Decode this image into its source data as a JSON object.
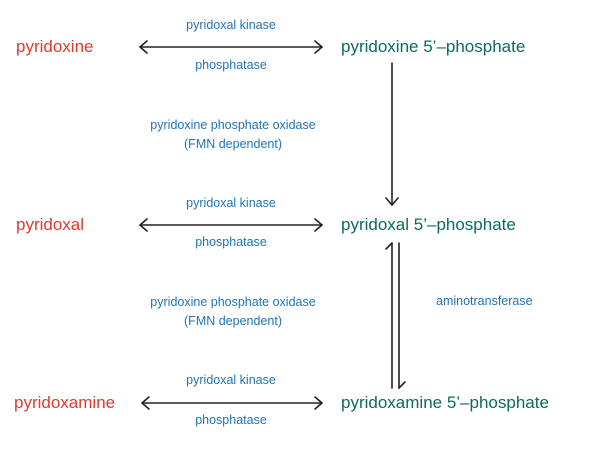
{
  "colors": {
    "vitamer": "#e03a2e",
    "phosphate": "#0e6a5e",
    "enzyme": "#1f74b8",
    "arrow": "#222222"
  },
  "vitamers": [
    "pyridoxine",
    "pyridoxal",
    "pyridoxamine"
  ],
  "phosphates": [
    "pyridoxine 5’–phosphate",
    "pyridoxal 5’–phosphate",
    "pyridoxamine 5’–phosphate"
  ],
  "rows": [
    {
      "forward_enzyme": "pyridoxal kinase",
      "reverse_enzyme": "phosphatase"
    },
    {
      "forward_enzyme": "pyridoxal kinase",
      "reverse_enzyme": "phosphatase"
    },
    {
      "forward_enzyme": "pyridoxal kinase",
      "reverse_enzyme": "phosphatase"
    }
  ],
  "vertical": [
    {
      "line1": "pyridoxine phosphate oxidase",
      "line2": "(FMN dependent)"
    },
    {
      "line1": "pyridoxine phosphate oxidase",
      "line2": "(FMN dependent)"
    }
  ],
  "side_enzyme": "aminotransferase"
}
